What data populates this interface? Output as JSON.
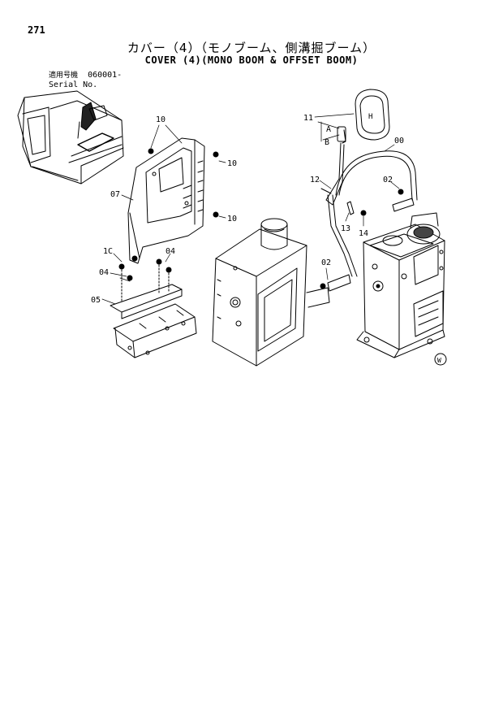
{
  "page_number": "271",
  "title_jp": "カバー（4）（モノブーム、側溝掘ブーム）",
  "title_en": "COVER (4)(MONO BOOM & OFFSET BOOM)",
  "serial": {
    "label_jp": "適用号機",
    "range": "060001-",
    "label_en": "Serial No."
  },
  "callouts": {
    "c10a": "10",
    "c10b": "10",
    "c10c": "10",
    "c07": "07",
    "c1c": "1C",
    "c04a": "04",
    "c04b": "04",
    "c05": "05",
    "c02a": "02",
    "c11": "11",
    "cA": "A",
    "cB": "B",
    "c12": "12",
    "c13": "13",
    "c14": "14",
    "c00": "00",
    "c02b": "02",
    "cW": "W"
  }
}
